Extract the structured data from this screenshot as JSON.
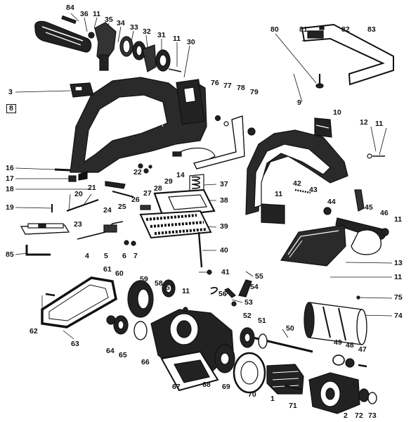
{
  "labels": {
    "p1": "1",
    "p2": "2",
    "p3": "3",
    "p4": "4",
    "p5": "5",
    "p6": "6",
    "p7": "7",
    "p8": "8",
    "p9": "9",
    "p10": "10",
    "p11": "11",
    "p12": "12",
    "p13": "13",
    "p14": "14",
    "p16": "16",
    "p17": "17",
    "p18": "18",
    "p19": "19",
    "p20": "20",
    "p21": "21",
    "p22": "22",
    "p23": "23",
    "p24": "24",
    "p25": "25",
    "p26": "26",
    "p27": "27",
    "p28": "28",
    "p29": "29",
    "p30": "30",
    "p31": "31",
    "p32": "32",
    "p33": "33",
    "p34": "34",
    "p35": "35",
    "p36": "36",
    "p37": "37",
    "p38": "38",
    "p39": "39",
    "p40": "40",
    "p41": "41",
    "p42": "42",
    "p43": "43",
    "p44": "44",
    "p45": "45",
    "p46": "46",
    "p47": "47",
    "p48": "48",
    "p49": "49",
    "p50": "50",
    "p51": "51",
    "p52": "52",
    "p53": "53",
    "p54": "54",
    "p55": "55",
    "p56": "56",
    "p57": "57",
    "p58": "58",
    "p59": "59",
    "p60": "60",
    "p61": "61",
    "p62": "62",
    "p63": "63",
    "p64": "64",
    "p65": "65",
    "p66": "66",
    "p67": "67",
    "p68": "68",
    "p69": "69",
    "p70": "70",
    "p71": "71",
    "p72": "72",
    "p73": "73",
    "p74": "74",
    "p75": "75",
    "p76": "76",
    "p77": "77",
    "p78": "78",
    "p79": "79",
    "p80": "80",
    "p81": "81",
    "p82": "82",
    "p83": "83",
    "p84": "84",
    "p85": "85"
  },
  "colors": {
    "ink": "#111111",
    "paper": "#ffffff",
    "shade": "#555555"
  }
}
